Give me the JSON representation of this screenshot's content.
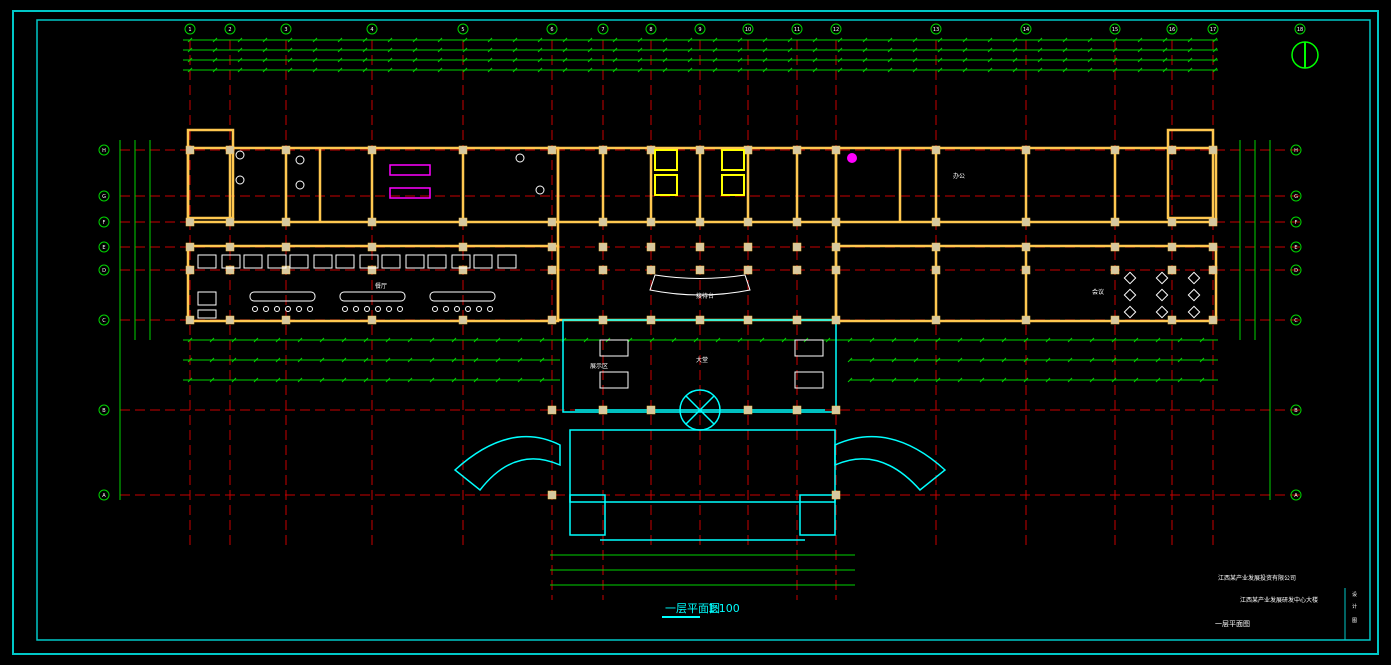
{
  "colors": {
    "background": "#000000",
    "frame": "#00c8c8",
    "dimension": "#00d200",
    "wall": "#ffc850",
    "axis": "#c80000",
    "cyan": "#00ffff",
    "magenta": "#ff00ff",
    "white": "#ffffff",
    "column": "#d6c8a0"
  },
  "axes": {
    "top": [
      "1",
      "2",
      "3",
      "4",
      "5",
      "6",
      "7",
      "8",
      "9",
      "10",
      "11",
      "12",
      "13",
      "14",
      "15",
      "16",
      "17",
      "18"
    ],
    "left": [
      "H",
      "G",
      "F",
      "E",
      "D",
      "C",
      "B",
      "A"
    ]
  },
  "drawing": {
    "title": "一层平面图",
    "scale": "1:100",
    "north_arrow": "north-arrow"
  },
  "title_block": {
    "company": "江西某产业发展投资有限公司",
    "project": "江西某产业发展研发中心大楼",
    "sheet": "一层平面图",
    "side_labels": [
      "设",
      "计",
      "图"
    ]
  },
  "rooms": {
    "dining": "餐厅",
    "lobby": "大堂",
    "reception": "接待台",
    "office": "办公",
    "meeting": "会议",
    "exhibition": "展示区"
  }
}
